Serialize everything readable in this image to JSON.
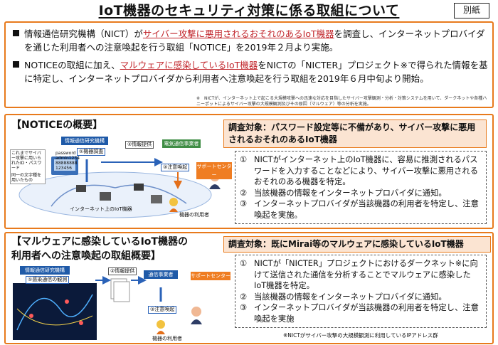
{
  "title": "IoT機器のセキュリティ対策に係る取組について",
  "badge": "別紙",
  "intro": {
    "bullet1_prefix": "情報通信研究機構（NICT）が",
    "bullet1_hl": "サイバー攻撃に悪用されるおそれのあるIoT機器",
    "bullet1_suffix": "を調査し、インターネットプロバイダを通じた利用者への注意喚起を行う取組「NOTICE」を2019年２月より実施。",
    "bullet2_prefix": "NOTICEの取組に加え、",
    "bullet2_hl": "マルウェアに感染しているIoT機器",
    "bullet2_suffix": "をNICTの「NICTER」プロジェクト※で得られた情報を基に特定し、インターネットプロバイダから利用者へ注意喚起を行う取組を2019年６月中旬より開始。",
    "note": "※　NICTが、インターネット上で起こる大規模攻撃への迅速な対応を目指したサイバー攻撃観測・分析・対策システムを用いて、ダークネットや各種ハニーポットによるサイバー攻撃の大規模観測及びその原因（マルウェア）等の分析を実施。"
  },
  "panel1": {
    "title": "【NOTICEの概要】",
    "target": "調査対象：パスワード設定等に不備があり、サイバー攻撃に悪用されるおそれのあるIoT機器",
    "steps": [
      {
        "num": "①",
        "text": "NICTがインターネット上のIoT機器に、容易に推測されるパスワードを入力することなどにより、サイバー攻撃に悪用されるおそれのある機器を特定。"
      },
      {
        "num": "②",
        "text": "当該機器の情報をインターネットプロバイダに通知。"
      },
      {
        "num": "③",
        "text": "インターネットプロバイダが当該機器の利用者を特定し、注意喚起を実施。"
      }
    ],
    "diagram": {
      "nict": "情報通信研究機構",
      "step1": "①機器調査",
      "step2": "②情報提供",
      "isp": "電気通信事業者",
      "step3": "③注意喚起",
      "support": "サポートセンター",
      "user": "機器の利用者",
      "iot": "インターネット上のIoT機器",
      "table_left": "これまでサイバー攻撃に用いられたID・パスワード",
      "table_left2": "同一の文字種を用いたもの",
      "pw1": "password",
      "pw2": "admin1234",
      "pw3": "88888888",
      "pw4": "123456"
    }
  },
  "panel2": {
    "title_line1": "【マルウェアに感染しているIoT機器の",
    "title_line2": "利用者への注意喚起の取組概要】",
    "target": "調査対象：既にMirai等のマルウェアに感染しているIoT機器",
    "steps": [
      {
        "num": "①",
        "text": "NICTが「NICTER」プロジェクトにおけるダークネット※に向けて送信された通信を分析することでマルウェアに感染したIoT機器を特定。"
      },
      {
        "num": "②",
        "text": "当該機器の情報をインターネットプロバイダに通知。"
      },
      {
        "num": "③",
        "text": "インターネットプロバイダが当該機器の利用者を特定し、注意喚起を実施"
      }
    ],
    "diagram": {
      "nict": "情報通信研究機構",
      "step1": "①感染通信の観測",
      "step2": "②情報提供",
      "isp": "通信事業者",
      "step3": "③注意喚起",
      "support": "サポートセンター",
      "user": "機器の利用者"
    },
    "footnote": "※NICTがサイバー攻撃の大規模観測に利用しているIPアドレス群"
  }
}
